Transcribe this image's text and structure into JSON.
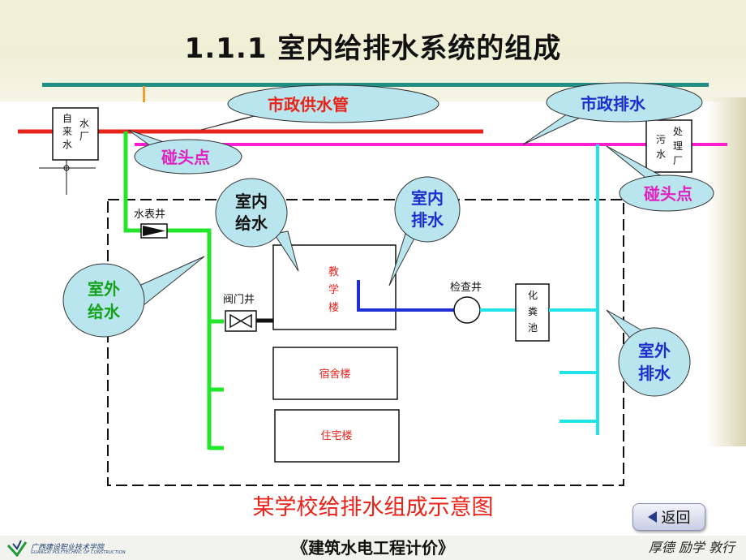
{
  "title": "1.1.1  室内给排水系统的组成",
  "diagram": {
    "caption": "某学校给排水组成示意图",
    "labels": {
      "water_plant_a": "自来水",
      "water_plant_b": "水厂",
      "sewage_plant_a": "污水",
      "sewage_plant_b": "处理厂",
      "meter_well": "水表井",
      "valve_well": "阀门井",
      "inspection_well": "检查井",
      "septic_tank": "化粪池",
      "teaching_building": "教学楼",
      "dormitory": "宿舍楼",
      "residence": "住宅楼"
    },
    "callouts": {
      "municipal_supply": "市政供水管",
      "municipal_drain": "市政排水",
      "connection_left": "碰头点",
      "connection_right": "碰头点",
      "indoor_supply_1": "室内",
      "indoor_supply_2": "给水",
      "indoor_drain_1": "室内",
      "indoor_drain_2": "排水",
      "outdoor_supply_1": "室外",
      "outdoor_supply_2": "给水",
      "outdoor_drain_1": "室外",
      "outdoor_drain_2": "排水"
    },
    "colors": {
      "supply_main": "#e8231a",
      "drain_main": "#ff1ecf",
      "outdoor_supply": "#22e629",
      "outdoor_drain": "#1fe5ea",
      "indoor_drain": "#1f2fd6",
      "callout_fill": "#b9e6ee",
      "callout_text_red": "#e8231a",
      "callout_text_green": "#15a21c",
      "callout_text_blue": "#1a2fcf",
      "callout_text_magenta": "#e020c0"
    }
  },
  "back_button": {
    "label": "返回",
    "icon": "left-triangle-icon"
  },
  "footer": {
    "center": "《建筑水电工程计价》",
    "right": "厚德  励学  敦行",
    "logo_name": "广西建设职业技术学院",
    "logo_sub": "GUANGXI POLYTECHNIC OF CONSTRUCTION"
  }
}
